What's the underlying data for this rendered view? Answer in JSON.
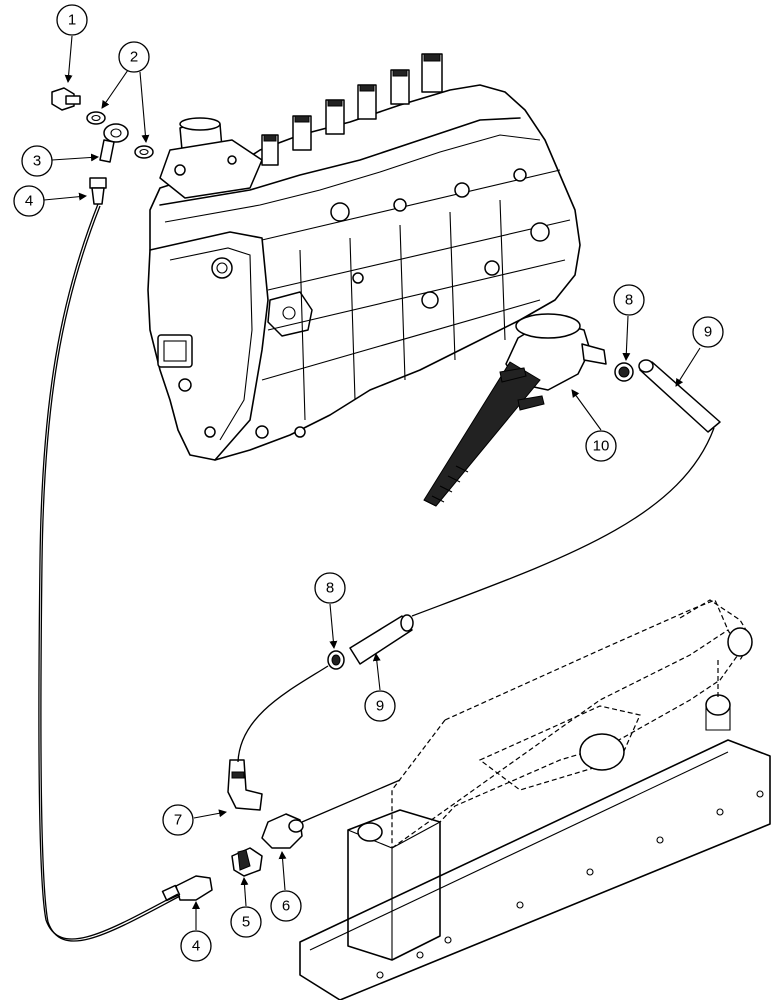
{
  "callouts": [
    {
      "id": "c1",
      "label": "1"
    },
    {
      "id": "c2",
      "label": "2"
    },
    {
      "id": "c3",
      "label": "3"
    },
    {
      "id": "c4a",
      "label": "4"
    },
    {
      "id": "c8a",
      "label": "8"
    },
    {
      "id": "c9a",
      "label": "9"
    },
    {
      "id": "c10",
      "label": "10"
    },
    {
      "id": "c8b",
      "label": "8"
    },
    {
      "id": "c9b",
      "label": "9"
    },
    {
      "id": "c7",
      "label": "7"
    },
    {
      "id": "c6",
      "label": "6"
    },
    {
      "id": "c5",
      "label": "5"
    },
    {
      "id": "c4b",
      "label": "4"
    }
  ]
}
